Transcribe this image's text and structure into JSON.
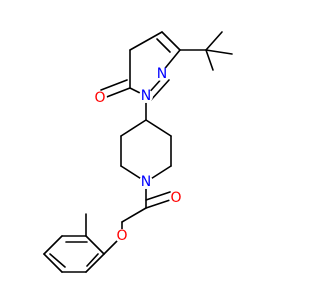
{
  "structure": {
    "atoms": [
      {
        "id": "O_ketone",
        "label": "O",
        "color": "#ff0000"
      },
      {
        "id": "N_ring1",
        "label": "N",
        "color": "#0000ff"
      },
      {
        "id": "N_ring2",
        "label": "N",
        "color": "#0000ff"
      },
      {
        "id": "N_piperidine",
        "label": "N",
        "color": "#0000ff"
      },
      {
        "id": "O_amide",
        "label": "O",
        "color": "#ff0000"
      },
      {
        "id": "O_ether",
        "label": "O",
        "color": "#ff0000"
      }
    ]
  }
}
